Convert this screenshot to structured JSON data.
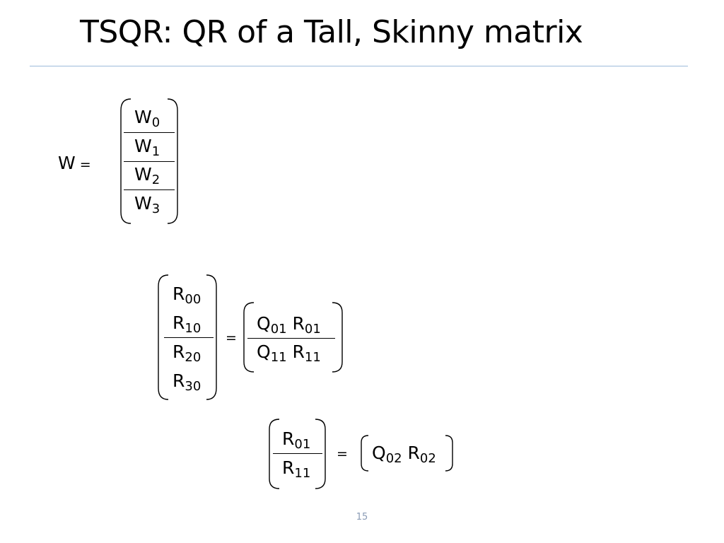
{
  "slide": {
    "title": "TSQR: QR of a Tall, Skinny matrix",
    "page_number": "15"
  },
  "w_equation": {
    "lhs": "W",
    "equals": "=",
    "blocks": [
      {
        "base": "W",
        "sub": "0"
      },
      {
        "base": "W",
        "sub": "1"
      },
      {
        "base": "W",
        "sub": "2"
      },
      {
        "base": "W",
        "sub": "3"
      }
    ]
  },
  "stage1": {
    "lhs": [
      {
        "base": "R",
        "sub": "00"
      },
      {
        "base": "R",
        "sub": "10"
      },
      {
        "base": "R",
        "sub": "20"
      },
      {
        "base": "R",
        "sub": "30"
      }
    ],
    "equals": "=",
    "rhs": [
      {
        "q": "Q",
        "q_sub": "01",
        "r": "R",
        "r_sub": "01"
      },
      {
        "q": "Q",
        "q_sub": "11",
        "r": "R",
        "r_sub": "11"
      }
    ]
  },
  "stage2": {
    "lhs": [
      {
        "base": "R",
        "sub": "01"
      },
      {
        "base": "R",
        "sub": "11"
      }
    ],
    "equals": "=",
    "rhs": [
      {
        "q": "Q",
        "q_sub": "02",
        "r": "R",
        "r_sub": "02"
      }
    ]
  }
}
